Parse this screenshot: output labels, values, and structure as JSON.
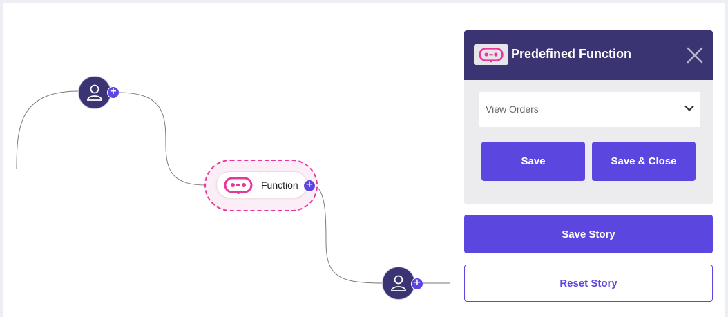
{
  "colors": {
    "node_fill": "#3b3473",
    "accent": "#5b47e0",
    "function_outline": "#e5399a",
    "bot_icon": "#e5399a",
    "panel_header": "#3b3473",
    "connector": "#7a7a7a"
  },
  "nodes": [
    {
      "kind": "user",
      "icon": "user-icon",
      "plus_icon": "plus-icon"
    },
    {
      "kind": "function",
      "icon": "bot-icon",
      "label": "Function",
      "plus_icon": "plus-icon"
    },
    {
      "kind": "user",
      "icon": "user-icon",
      "plus_icon": "plus-icon"
    }
  ],
  "panel": {
    "logo_icon": "bot-icon",
    "title": "Predefined Function",
    "close_icon": "close-icon",
    "select": {
      "value": "View Orders",
      "icon": "chevron-down-icon"
    },
    "save_label": "Save",
    "save_close_label": "Save & Close"
  },
  "actions": {
    "save_story_label": "Save Story",
    "reset_story_label": "Reset Story"
  }
}
